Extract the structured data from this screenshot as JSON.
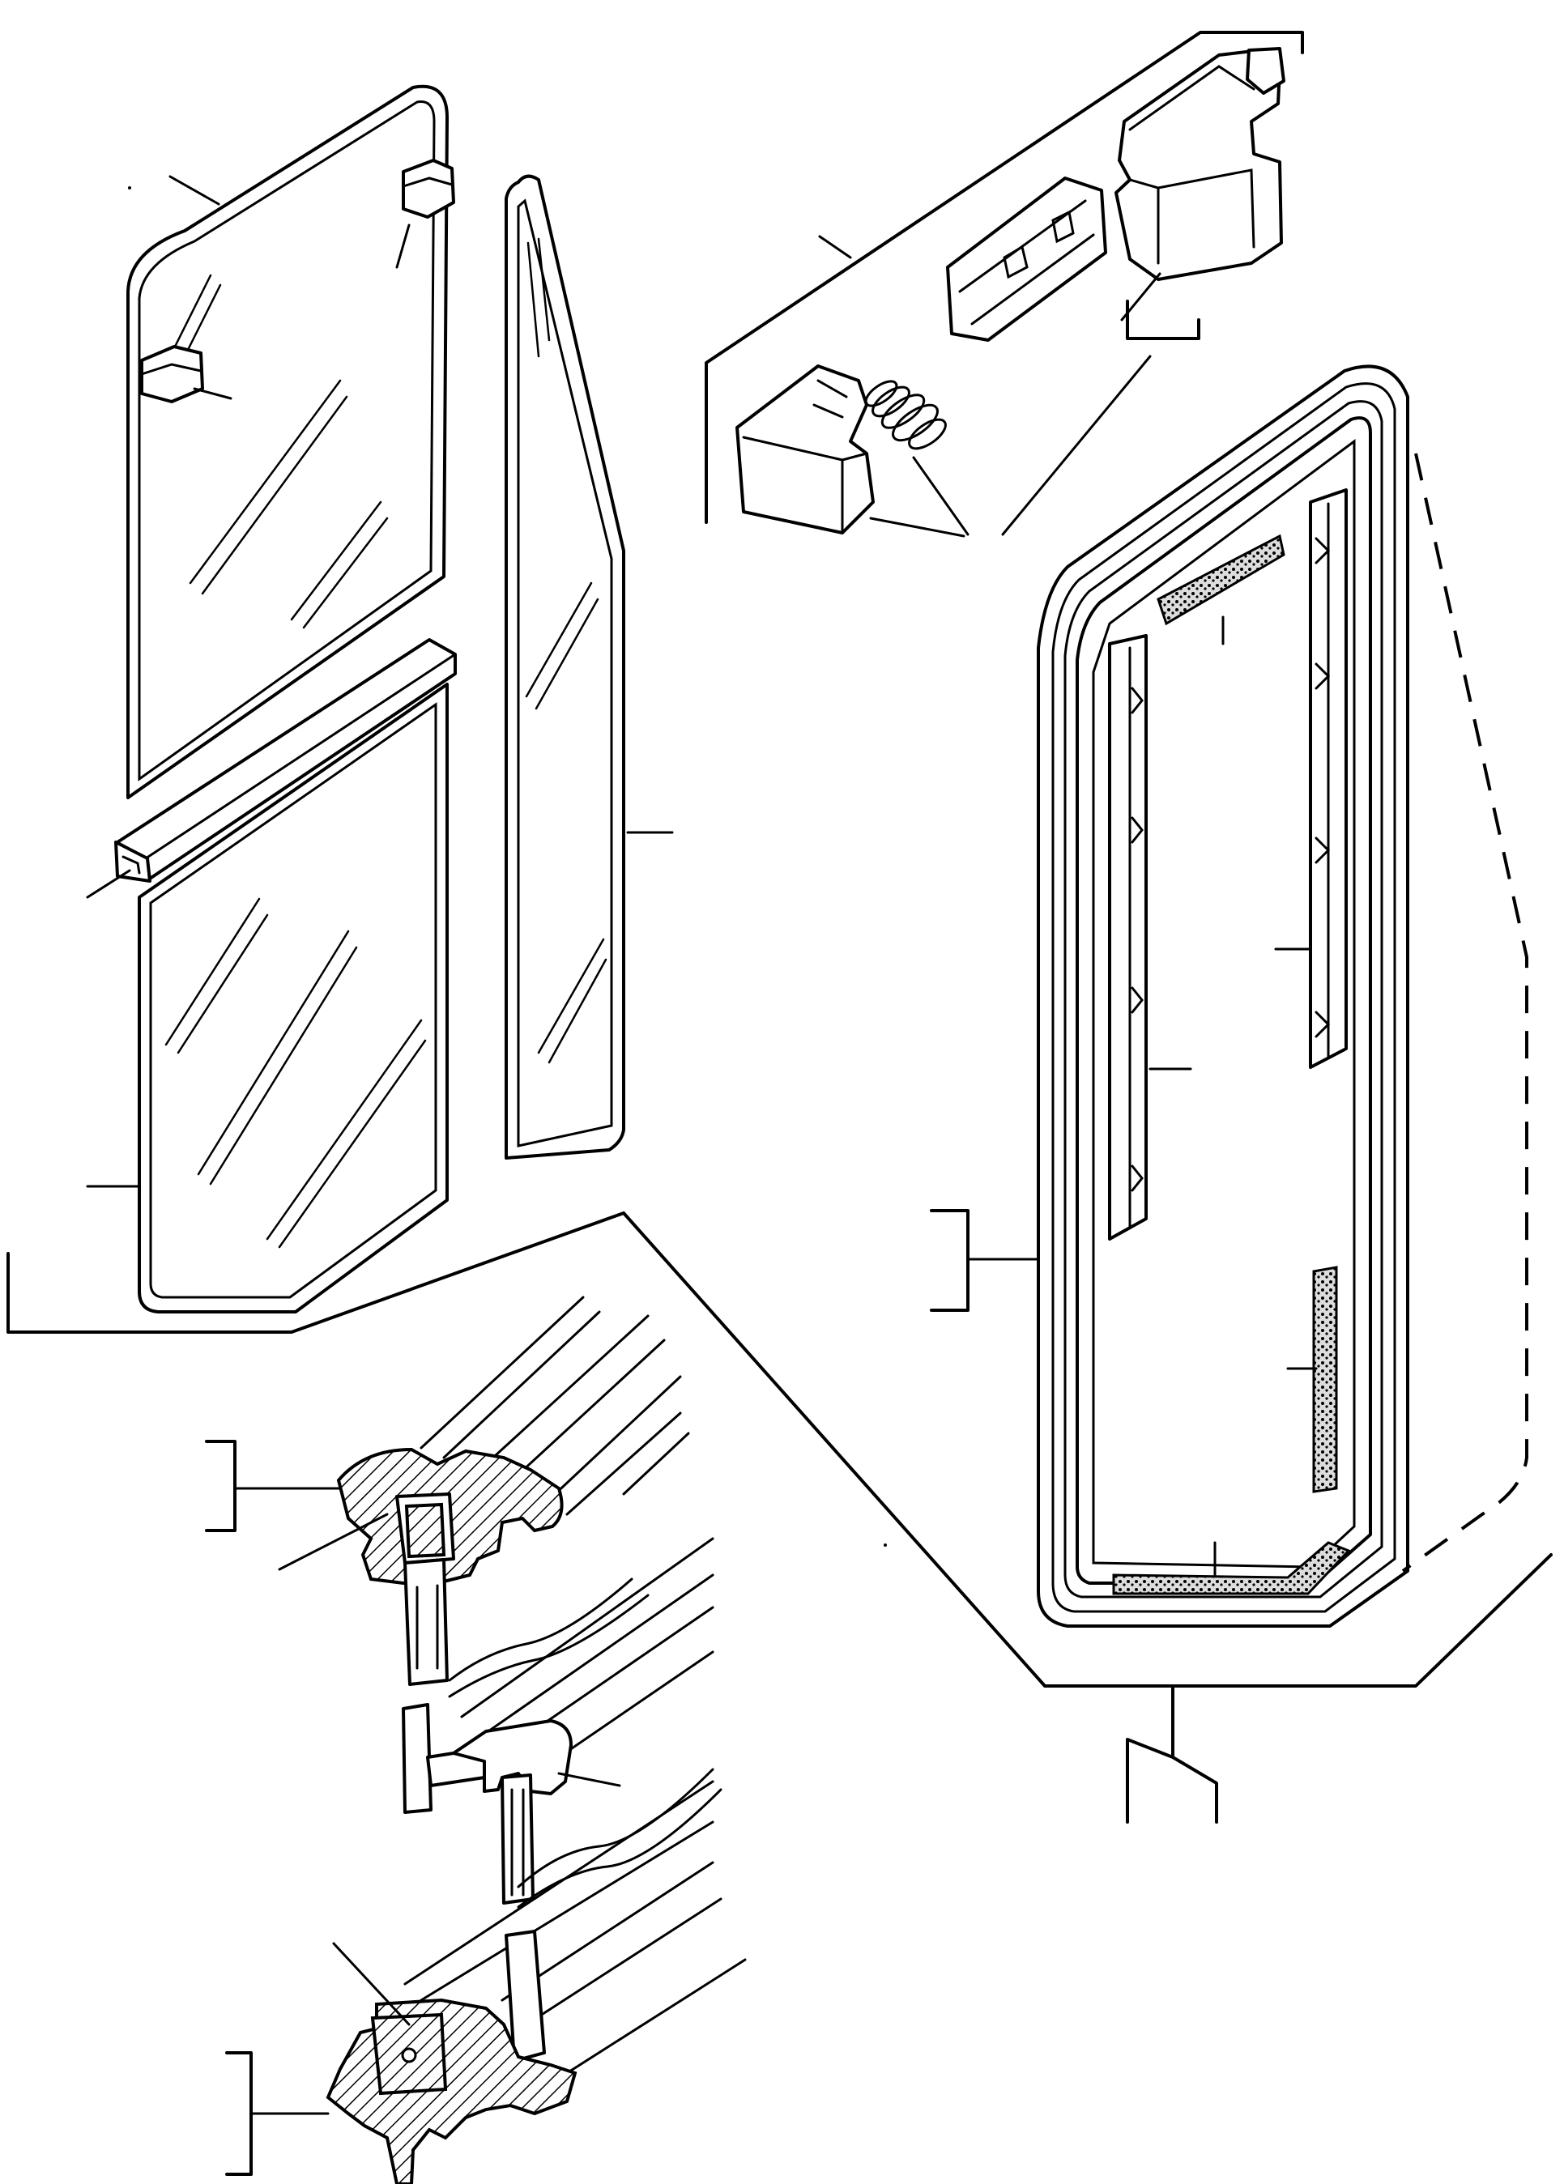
{
  "drawing": {
    "caption": "",
    "colors": {
      "ink": "#000000",
      "paper": "#ffffff"
    },
    "parts": [
      "upper-sliding-glass",
      "glass-latch-upper",
      "glass-latch-lower",
      "guide-channel",
      "lower-glass",
      "triangular-quarter-glass",
      "door-window-frame",
      "frame-seal-strip-top",
      "frame-seal-strip-bottom",
      "frame-seal-strip-right",
      "inner-guide-rail-left",
      "inner-guide-rail-right",
      "catch-housing",
      "catch-slide-plate",
      "catch-spring",
      "catch-button",
      "profile-section-upper",
      "profile-section-middle",
      "profile-section-lower"
    ]
  }
}
